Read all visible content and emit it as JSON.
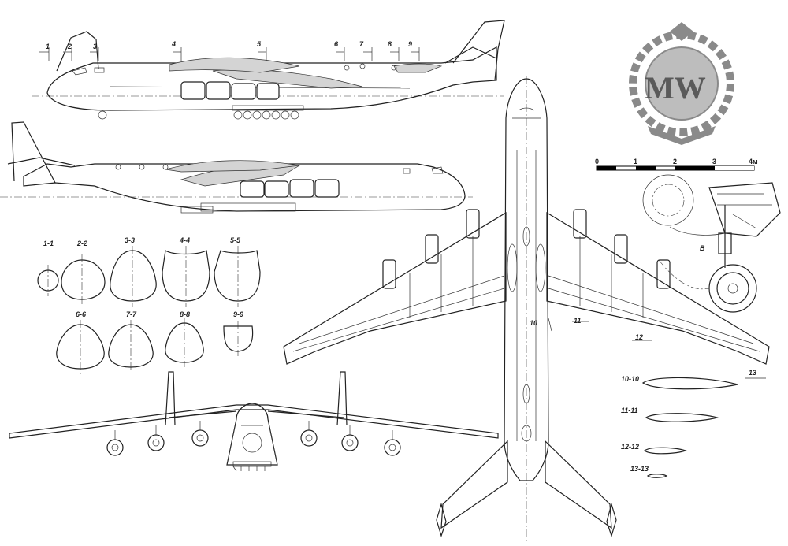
{
  "section_cuts": [
    "1",
    "2",
    "3",
    "4",
    "5",
    "6",
    "7",
    "8",
    "9",
    "10",
    "11",
    "12",
    "13"
  ],
  "cross_sections": [
    {
      "label": "1-1",
      "shape": "round"
    },
    {
      "label": "2-2",
      "shape": "pear"
    },
    {
      "label": "3-3",
      "shape": "pear"
    },
    {
      "label": "4-4",
      "shape": "box"
    },
    {
      "label": "5-5",
      "shape": "box"
    },
    {
      "label": "6-6",
      "shape": "pear"
    },
    {
      "label": "7-7",
      "shape": "pear"
    },
    {
      "label": "8-8",
      "shape": "pear"
    },
    {
      "label": "9-9",
      "shape": "cup"
    }
  ],
  "airfoil_sections": [
    "10-10",
    "11-11",
    "12-12",
    "13-13"
  ],
  "scale_bar": {
    "ticks": [
      "0",
      "1",
      "2",
      "3",
      "4м"
    ]
  },
  "detail_label": "B",
  "emblem": {
    "letters": "MW"
  }
}
